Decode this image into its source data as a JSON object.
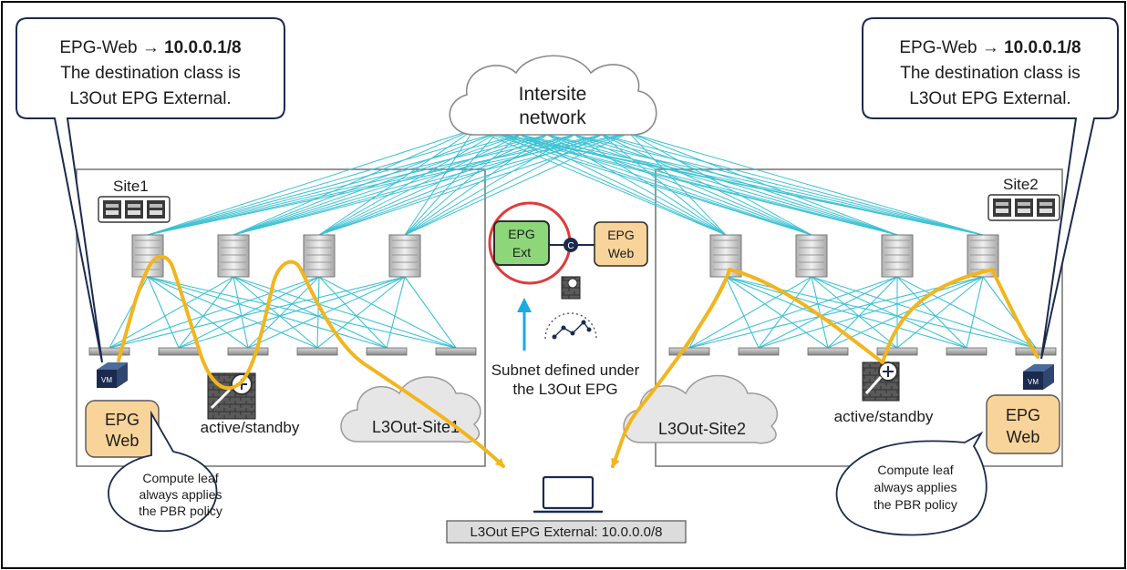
{
  "callouts": {
    "left": {
      "prefix": "EPG-Web → ",
      "ip": "10.0.0.1/8",
      "line2": "The destination class is",
      "line3": "L3Out EPG External."
    },
    "right": {
      "prefix": "EPG-Web → ",
      "ip": "10.0.0.1/8",
      "line2": "The destination class is",
      "line3": "L3Out EPG External."
    }
  },
  "intersite_cloud": {
    "line1": "Intersite",
    "line2": "network"
  },
  "sites": {
    "site1": {
      "label": "Site1",
      "cloud": "L3Out-Site1",
      "firewall_label": "active/standby",
      "epg_line1": "EPG",
      "epg_line2": "Web",
      "vm": "VM"
    },
    "site2": {
      "label": "Site2",
      "cloud": "L3Out-Site2",
      "firewall_label": "active/standby",
      "epg_line1": "EPG",
      "epg_line2": "Web",
      "vm": "VM"
    }
  },
  "center": {
    "epg_ext_line1": "EPG",
    "epg_ext_line2": "Ext",
    "epg_web_line1": "EPG",
    "epg_web_line2": "Web",
    "contract_symbol": "C",
    "subnet_line1": "Subnet defined under",
    "subnet_line2": "the L3Out EPG",
    "external_box": "L3Out EPG External: 10.0.0.0/8"
  },
  "bubbles": {
    "left": [
      "Compute leaf",
      "always applies",
      "the PBR policy"
    ],
    "right": [
      "Compute leaf",
      "always applies",
      "the PBR policy"
    ]
  },
  "colors": {
    "link": "#3cc2d4",
    "flow": "#f2b51d",
    "epg_web_fill": "#f8d49a",
    "epg_ext_fill": "#8dd77a",
    "ring": "#e03a3a",
    "arrow_blue": "#1aa9e0",
    "cloud_fill": "#e6e6e6",
    "navy": "#1b2a4e"
  }
}
